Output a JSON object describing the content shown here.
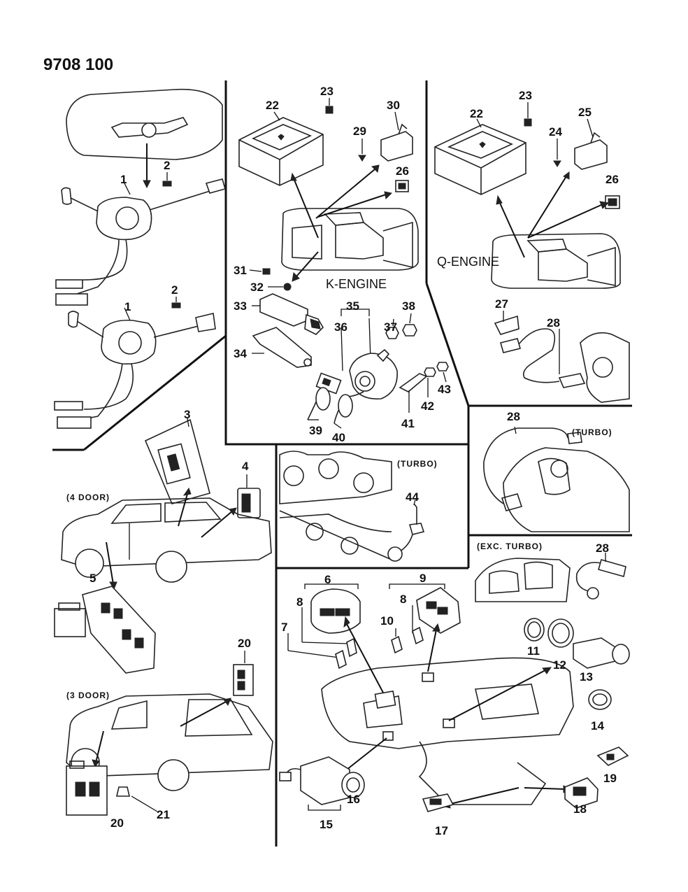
{
  "diagram": {
    "part_number": "9708 100",
    "labels": {
      "k_engine": "K-ENGINE",
      "q_engine": "Q-ENGINE",
      "turbo": "(TURBO)",
      "exc_turbo": "(EXC. TURBO)",
      "four_door": "(4 DOOR)",
      "three_door": "(3 DOOR)"
    },
    "callouts": [
      {
        "id": "c1a",
        "text": "1"
      },
      {
        "id": "c2a",
        "text": "2"
      },
      {
        "id": "c2b",
        "text": "2"
      },
      {
        "id": "c1b",
        "text": "1"
      },
      {
        "id": "c3",
        "text": "3"
      },
      {
        "id": "c4",
        "text": "4"
      },
      {
        "id": "c5",
        "text": "5"
      },
      {
        "id": "c20a",
        "text": "20"
      },
      {
        "id": "c20b",
        "text": "20"
      },
      {
        "id": "c21",
        "text": "21"
      },
      {
        "id": "c22a",
        "text": "22"
      },
      {
        "id": "c23a",
        "text": "23"
      },
      {
        "id": "c29",
        "text": "29"
      },
      {
        "id": "c30",
        "text": "30"
      },
      {
        "id": "c26a",
        "text": "26"
      },
      {
        "id": "c31",
        "text": "31"
      },
      {
        "id": "c32",
        "text": "32"
      },
      {
        "id": "c33",
        "text": "33"
      },
      {
        "id": "c34",
        "text": "34"
      },
      {
        "id": "c35",
        "text": "35"
      },
      {
        "id": "c36",
        "text": "36"
      },
      {
        "id": "c37",
        "text": "37"
      },
      {
        "id": "c38",
        "text": "38"
      },
      {
        "id": "c39",
        "text": "39"
      },
      {
        "id": "c40",
        "text": "40"
      },
      {
        "id": "c41",
        "text": "41"
      },
      {
        "id": "c42",
        "text": "42"
      },
      {
        "id": "c43",
        "text": "43"
      },
      {
        "id": "c22b",
        "text": "22"
      },
      {
        "id": "c23b",
        "text": "23"
      },
      {
        "id": "c24",
        "text": "24"
      },
      {
        "id": "c25",
        "text": "25"
      },
      {
        "id": "c26b",
        "text": "26"
      },
      {
        "id": "c27",
        "text": "27"
      },
      {
        "id": "c28a",
        "text": "28"
      },
      {
        "id": "c28b",
        "text": "28"
      },
      {
        "id": "c28c",
        "text": "28"
      },
      {
        "id": "c44",
        "text": "44"
      },
      {
        "id": "c6",
        "text": "6"
      },
      {
        "id": "c8a",
        "text": "8"
      },
      {
        "id": "c7",
        "text": "7"
      },
      {
        "id": "c9",
        "text": "9"
      },
      {
        "id": "c8b",
        "text": "8"
      },
      {
        "id": "c10",
        "text": "10"
      },
      {
        "id": "c11",
        "text": "11"
      },
      {
        "id": "c12",
        "text": "12"
      },
      {
        "id": "c13",
        "text": "13"
      },
      {
        "id": "c14",
        "text": "14"
      },
      {
        "id": "c19",
        "text": "19"
      },
      {
        "id": "c18",
        "text": "18"
      },
      {
        "id": "c17",
        "text": "17"
      },
      {
        "id": "c16",
        "text": "16"
      },
      {
        "id": "c15",
        "text": "15"
      }
    ]
  }
}
